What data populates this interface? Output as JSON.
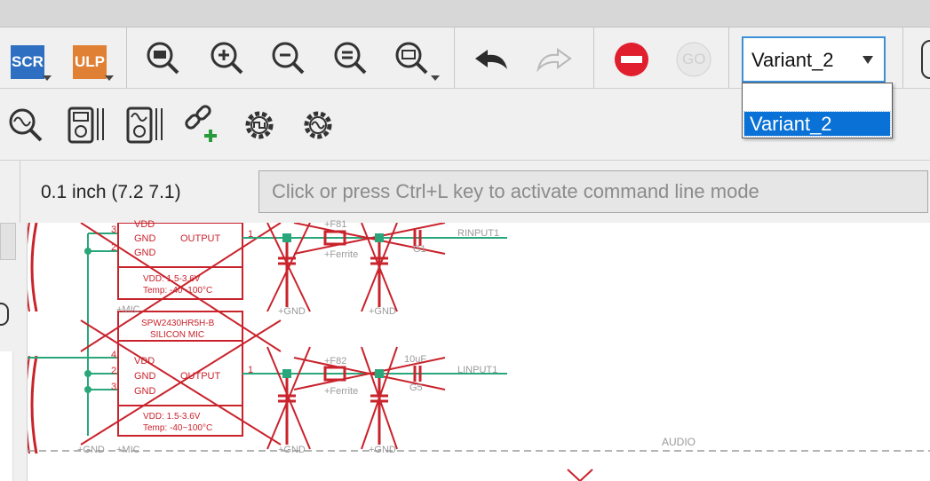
{
  "toolbar": {
    "scr_label": "SCR",
    "ulp_label": "ULP",
    "go_label": "GO",
    "icons": [
      "zoom-fit-icon",
      "zoom-in-icon",
      "zoom-out-icon",
      "zoom-last-icon",
      "zoom-select-icon",
      "undo-icon",
      "redo-icon",
      "stop-icon",
      "go-icon"
    ]
  },
  "variant": {
    "selected": "Variant_2",
    "options": [
      "",
      "Variant_2"
    ]
  },
  "toolbar2": {
    "icons": [
      "simulate-icon",
      "multimeter-icon",
      "oscilloscope-icon",
      "add-link-icon",
      "sim-settings-icon",
      "sim-run-icon"
    ]
  },
  "status": {
    "grid_coords": "0.1 inch (7.2 7.1)"
  },
  "command": {
    "placeholder": "Click or press Ctrl+L key to activate command line mode"
  },
  "schematic": {
    "part_upper": {
      "pins": [
        "VDD",
        "GND",
        "GND"
      ],
      "output": "OUTPUT",
      "pin_num_left": [
        "3",
        "2"
      ],
      "pin_num_out": "1",
      "spec1": "VDD: 1.5-3.6V",
      "spec2": "Temp: -40~100°C"
    },
    "part_lower": {
      "name1": "SPW2430HR5H-B",
      "name2": "SILICON MIC",
      "pins": [
        "VDD",
        "GND",
        "GND"
      ],
      "output": "OUTPUT",
      "pin_num_left": [
        "4",
        "2",
        "3"
      ],
      "pin_num_out": "1",
      "spec1": "VDD: 1.5-3.6V",
      "spec2": "Temp: -40~100°C"
    },
    "labels": {
      "ferrite": "+Ferrite",
      "ferrite2": "+Ferrite",
      "g1": "G1",
      "g5": "G5",
      "uf": "10uF",
      "f81": "+F81",
      "f82": "+F82",
      "rinput": "RINPUT1",
      "linput": "LINPUT1",
      "gnd": "+GND",
      "gnd2": "+GND",
      "gnd3": "+GND",
      "gnd4": "+GND",
      "gnd5": "+GND",
      "mic": "+MIC",
      "mic2": "+MIC",
      "audio": "AUDIO",
      "cap_side": "10uF"
    },
    "colors": {
      "wire": "#2aa77a",
      "part": "#c9232c",
      "text": "#9a9a9a",
      "junction": "#2aa77a"
    }
  }
}
